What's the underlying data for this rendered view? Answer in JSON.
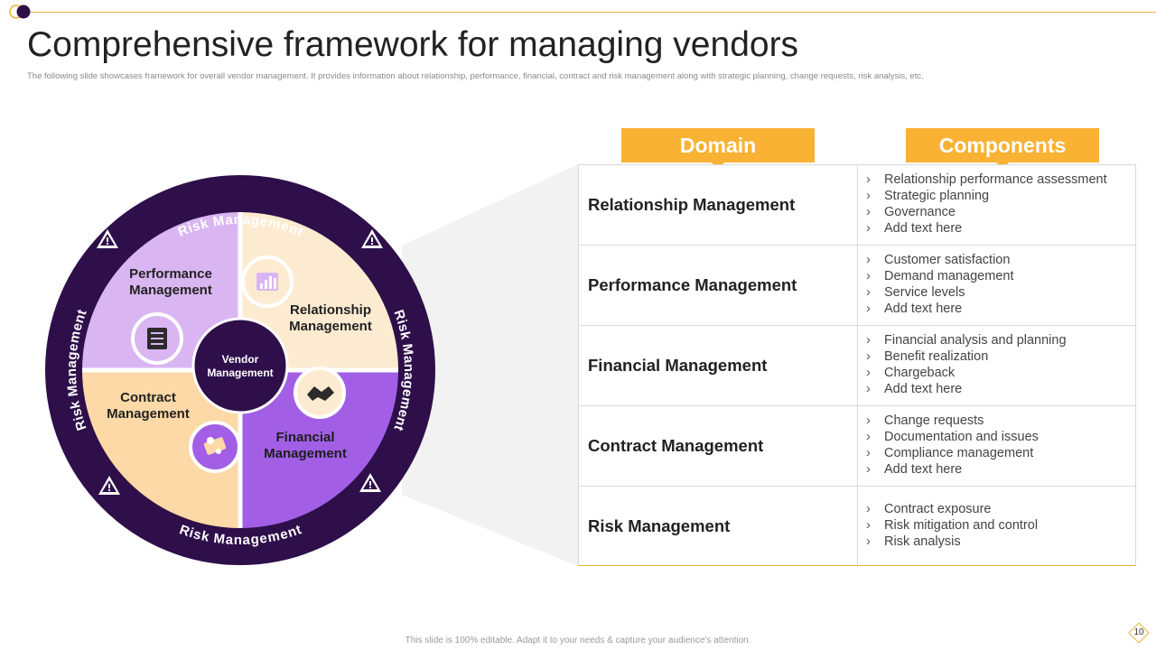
{
  "title": "Comprehensive framework for managing vendors",
  "subtitle": "The following slide showcases framework for overall vendor management. It provides information about relationship, performance, financial, contract and risk management  along with strategic planning, change requests, risk analysis, etc.",
  "colors": {
    "dark_purple": "#2e0f4a",
    "light_purple": "#d9b6f2",
    "mid_purple": "#a25fe6",
    "light_cream": "#fdebd1",
    "peach": "#fcd9a6",
    "orange": "#f9b233"
  },
  "wheel": {
    "center": {
      "line1": "Vendor",
      "line2": "Management"
    },
    "ring_labels": {
      "top": "Risk Management",
      "right": "Risk Management",
      "bottom": "Risk Management",
      "left": "Risk Management"
    },
    "quadrants": {
      "performance": {
        "line1": "Performance",
        "line2": "Management",
        "icon": "checklist-icon"
      },
      "relationship": {
        "line1": "Relationship",
        "line2": "Management",
        "icon": "bar-chart-icon"
      },
      "contract": {
        "line1": "Contract",
        "line2": "Management",
        "icon": "money-icon"
      },
      "financial": {
        "line1": "Financial",
        "line2": "Management",
        "icon": "handshake-icon"
      }
    },
    "warning_icon": "warning-icon"
  },
  "table": {
    "domain_header": "Domain",
    "components_header": "Components",
    "rows": [
      {
        "domain": "Relationship Management",
        "components": [
          "Relationship performance assessment",
          "Strategic planning",
          "Governance",
          "Add text here"
        ]
      },
      {
        "domain": "Performance Management",
        "components": [
          "Customer satisfaction",
          "Demand management",
          "Service levels",
          "Add text here"
        ]
      },
      {
        "domain": "Financial Management",
        "components": [
          "Financial analysis and planning",
          "Benefit realization",
          "Chargeback",
          "Add text here"
        ]
      },
      {
        "domain": "Contract Management",
        "components": [
          "Change requests",
          "Documentation and issues",
          "Compliance management",
          "Add text here"
        ]
      },
      {
        "domain": "Risk Management",
        "components": [
          "Contract exposure",
          "Risk mitigation and control",
          "Risk analysis"
        ]
      }
    ]
  },
  "bullet": "›",
  "footer": "This slide is 100% editable. Adapt it to your needs & capture your audience's attention.",
  "page_number": "10"
}
